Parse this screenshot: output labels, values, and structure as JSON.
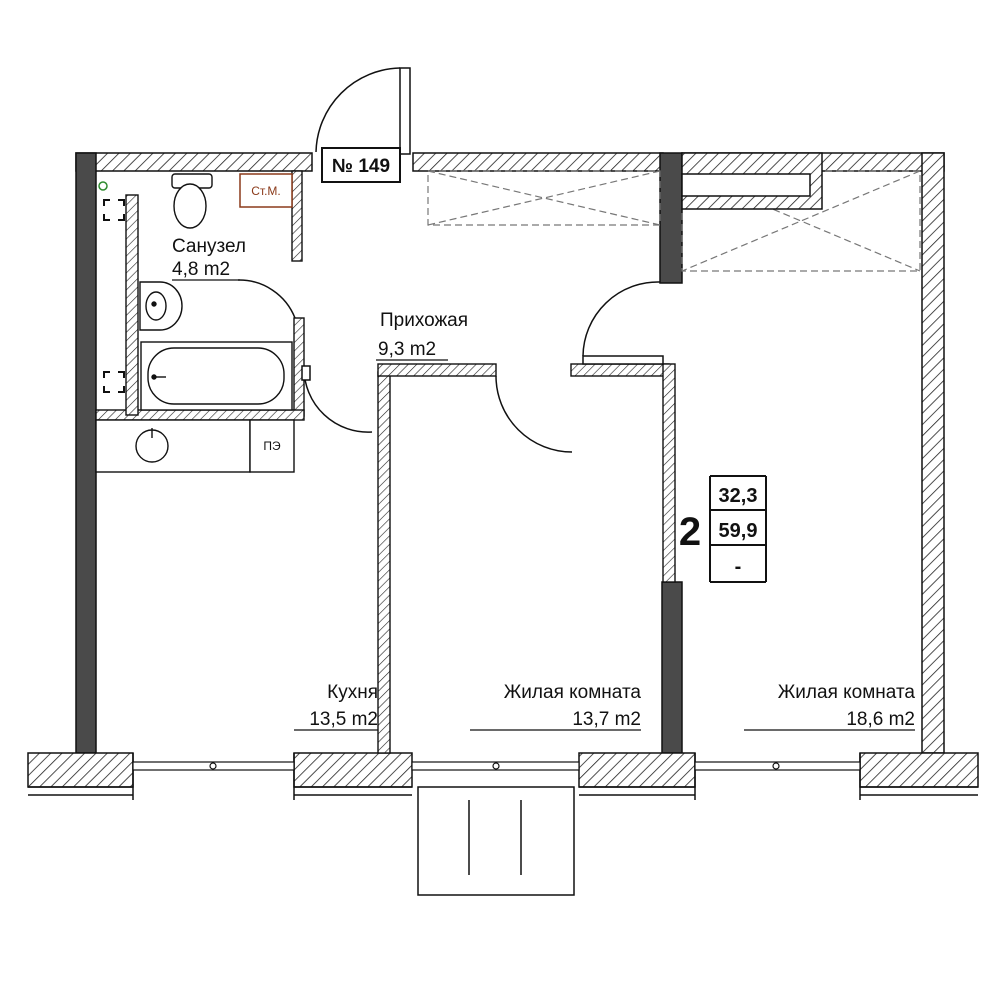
{
  "apartment": {
    "number_label": "№ 149",
    "rooms_count": "2",
    "living_area": "32,3",
    "total_area": "59,9",
    "extra_value": "-"
  },
  "rooms": [
    {
      "id": "bathroom",
      "name": "Санузел",
      "area": "4,8 m2"
    },
    {
      "id": "hallway",
      "name": "Прихожая",
      "area": "9,3 m2"
    },
    {
      "id": "kitchen",
      "name": "Кухня",
      "area": "13,5 m2"
    },
    {
      "id": "living-1",
      "name": "Жилая комната",
      "area": "13,7 m2"
    },
    {
      "id": "living-2",
      "name": "Жилая комната",
      "area": "18,6 m2"
    }
  ],
  "markers": {
    "riser": "Ст.М.",
    "electrical_panel": "ПЭ"
  },
  "colors": {
    "wall_dark": "#4a4a4a",
    "line": "#111111",
    "riser_accent": "#8b3a1a",
    "marker_green": "#2e8b2e",
    "dashed_zone": "#777777"
  }
}
